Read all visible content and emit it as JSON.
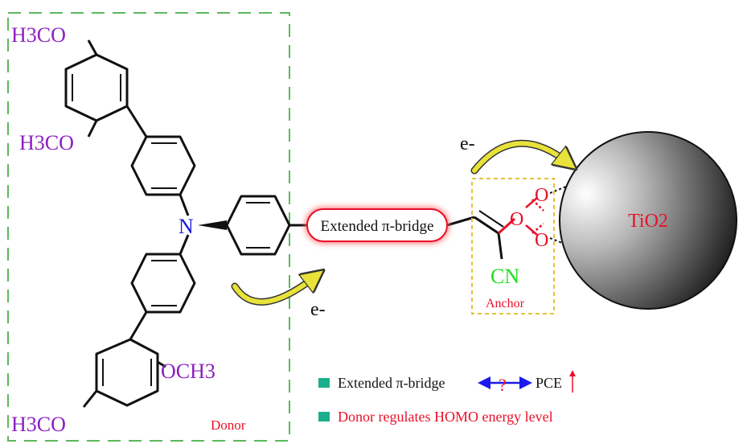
{
  "labels": {
    "h3co_top": "H3CO",
    "h3co_mid": "H3CO",
    "och3": "OCH3",
    "h3co_bottom": "H3CO",
    "nitrogen": "N",
    "donor": "Donor",
    "bridge": "Extended π-bridge",
    "electron_top": "e-",
    "electron_bottom": "e-",
    "cn": "CN",
    "anchor": "Anchor",
    "oxygen": "O",
    "tio2": "TiO2"
  },
  "legend": {
    "item1_text": "Extended π-bridge",
    "item1_question": "?",
    "item1_target": "PCE",
    "item2_text": "Donor regulates HOMO energy level"
  },
  "colors": {
    "methoxy_purple": "#8b1fc0",
    "nitrogen_blue": "#1a1adb",
    "red": "#e8102a",
    "cn_green": "#22dd22",
    "arrow_yellow": "#e8e23a",
    "legend_teal": "#1aae8c",
    "donor_box_green": "#5cb85c",
    "anchor_box_yellow": "#e3c23a",
    "arrow_blue": "#1a1aee"
  }
}
